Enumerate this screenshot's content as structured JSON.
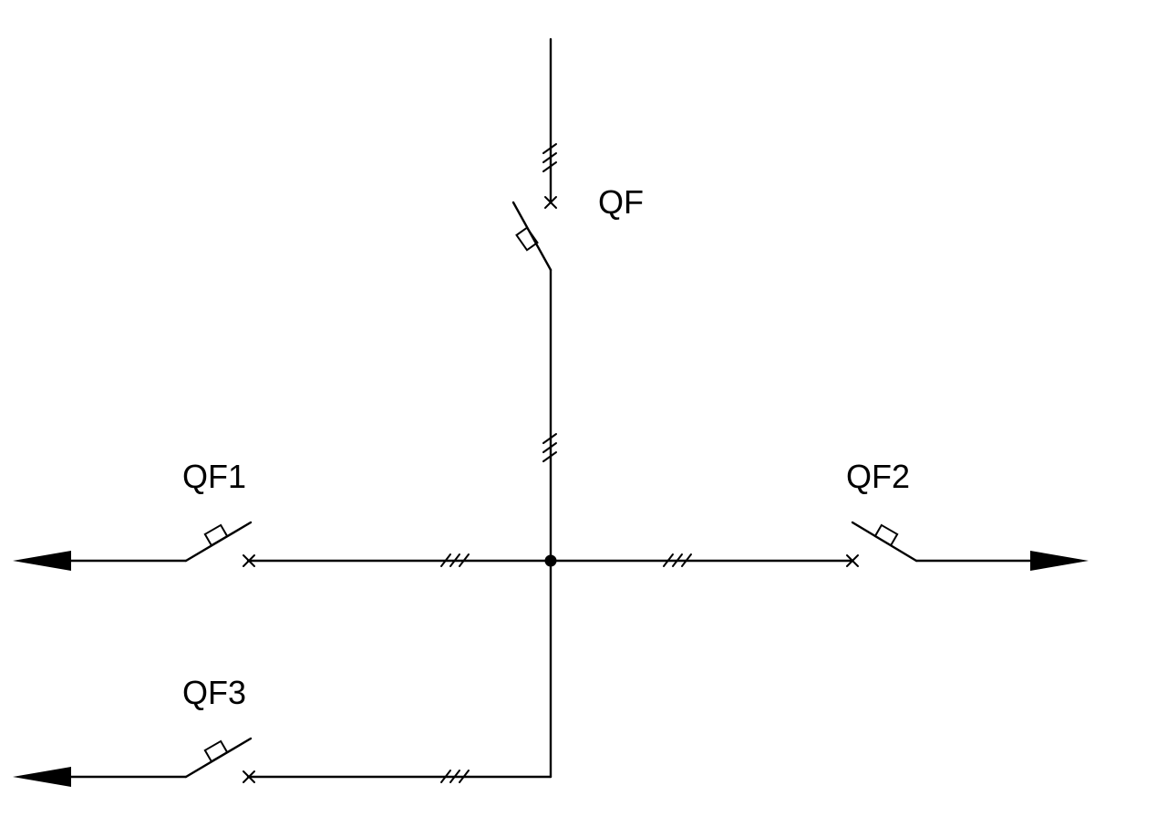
{
  "labels": {
    "qf": "QF",
    "qf1": "QF1",
    "qf2": "QF2",
    "qf3": "QF3"
  },
  "colors": {
    "line": "#000000",
    "background": "#ffffff"
  }
}
